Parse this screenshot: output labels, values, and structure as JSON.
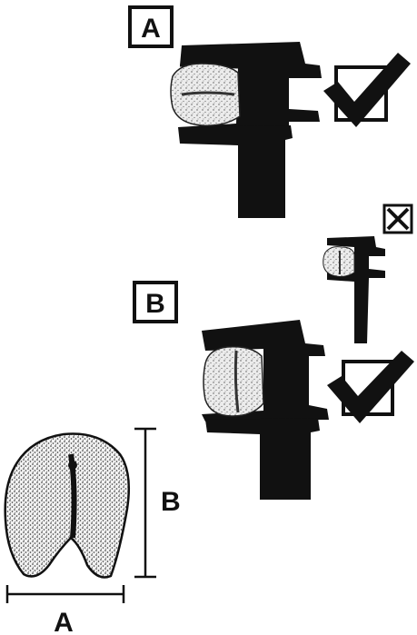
{
  "panels": {
    "top": {
      "label": "A"
    },
    "middle": {
      "label": "B"
    }
  },
  "measurement": {
    "width_label": "A",
    "height_label": "B"
  },
  "icons": {
    "correct": "checkmark-box-icon",
    "incorrect": "x-box-icon"
  },
  "colors": {
    "ink": "#111111",
    "tooth_fill": "#e6e6e6"
  }
}
